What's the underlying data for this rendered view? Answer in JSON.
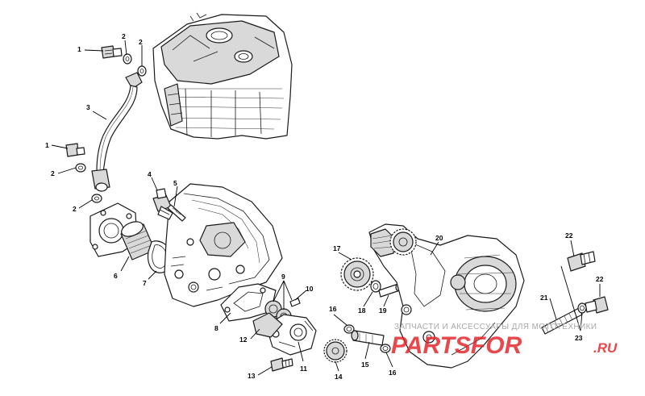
{
  "diagram": {
    "callouts": [
      "1",
      "2",
      "2",
      "3",
      "1",
      "2",
      "2",
      "4",
      "5",
      "6",
      "7",
      "8",
      "9",
      "10",
      "11",
      "12",
      "13",
      "14",
      "15",
      "16",
      "16",
      "17",
      "18",
      "19",
      "20",
      "21",
      "22",
      "22",
      "23"
    ]
  },
  "watermark": {
    "tagline": "ЗАПЧАСТИ И АКСЕССУАРЫ ДЛЯ МОТОТЕХНИКИ",
    "brand": "PARTSFOR",
    "domain": ".RU",
    "brand_color": "#e31e24"
  }
}
